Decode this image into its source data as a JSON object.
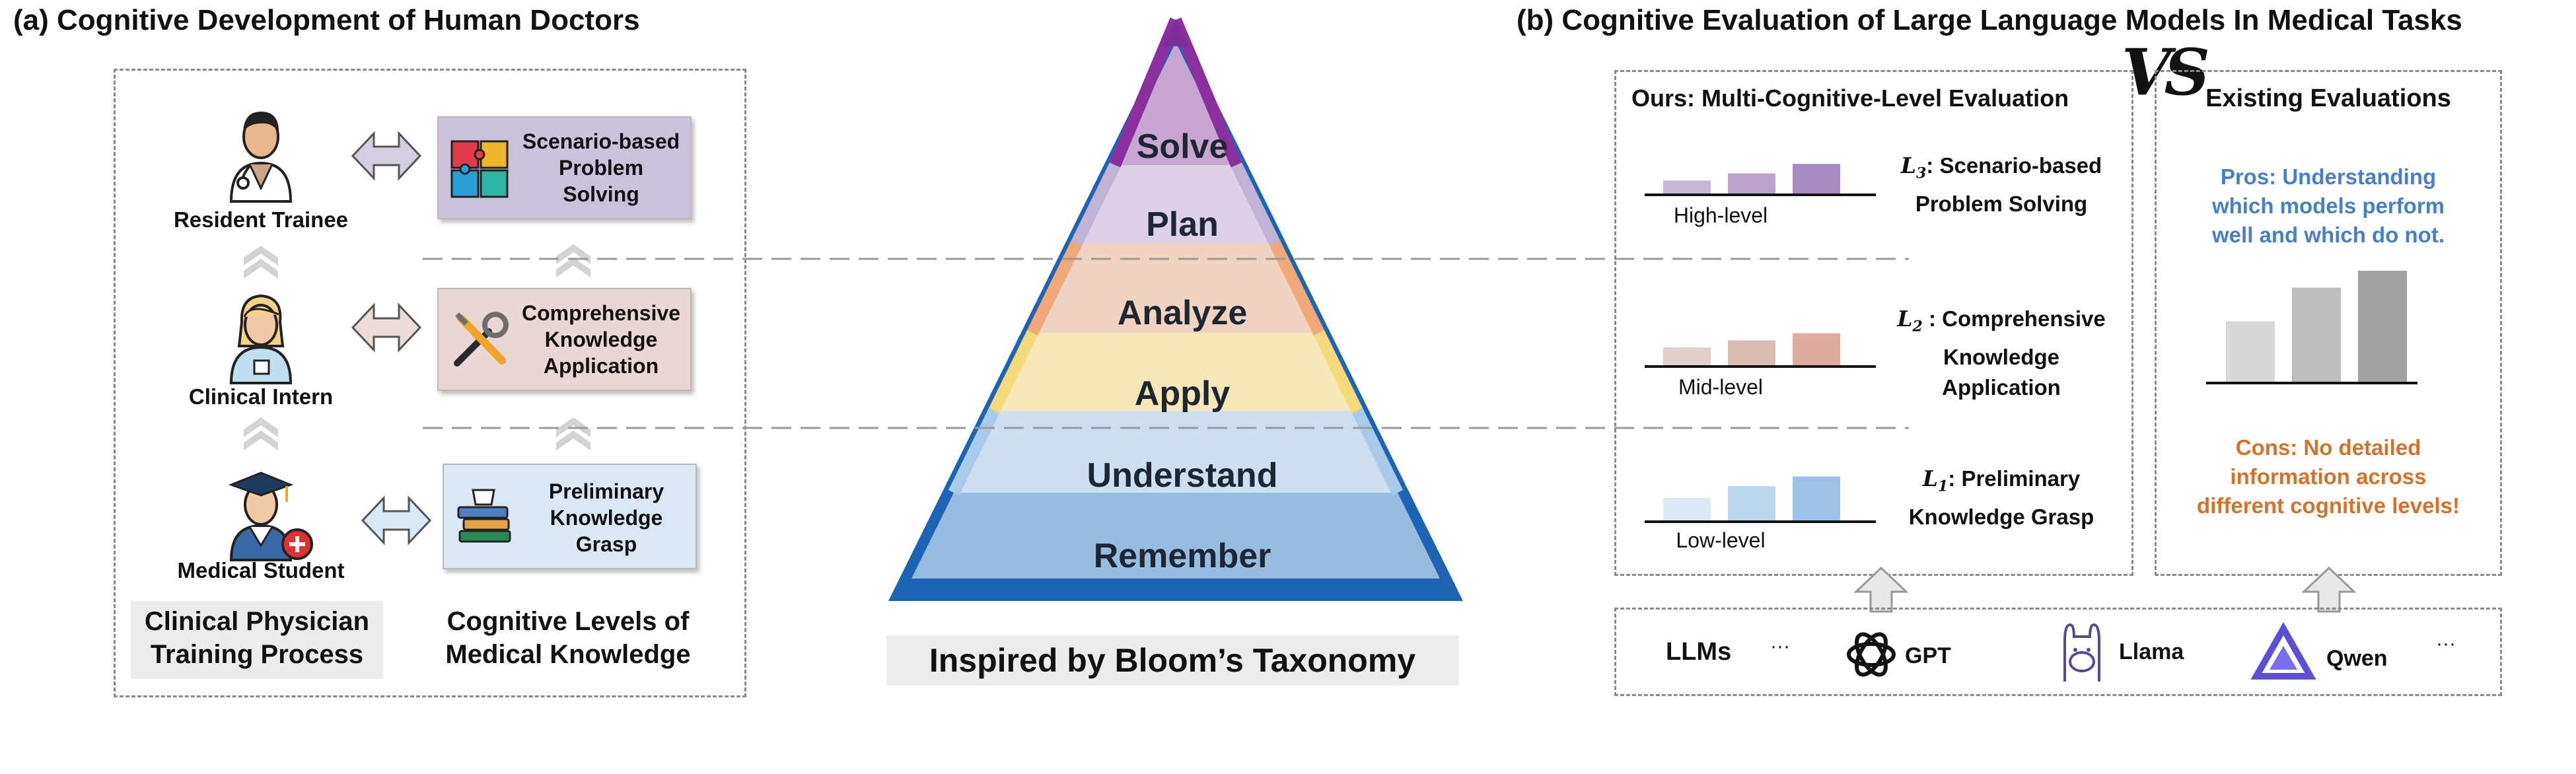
{
  "panel_a": {
    "title": "(a) Cognitive Development of Human Doctors",
    "roles": [
      {
        "label": "Resident Trainee"
      },
      {
        "label": "Clinical Intern"
      },
      {
        "label": "Medical Student"
      }
    ],
    "knowledge": [
      {
        "lines": [
          "Scenario-based",
          "Problem",
          "Solving"
        ],
        "bg": "#cdc2dc"
      },
      {
        "lines": [
          "Comprehensive",
          "Knowledge",
          "Application"
        ],
        "bg": "#ead7d3"
      },
      {
        "lines": [
          "Preliminary",
          "Knowledge",
          "Grasp"
        ],
        "bg": "#dbe8f4"
      }
    ],
    "footer_left": [
      "Clinical Physician",
      "Training Process"
    ],
    "footer_right": [
      "Cognitive Levels of",
      "Medical Knowledge"
    ]
  },
  "pyramid": {
    "levels": [
      "Solve",
      "Plan",
      "Analyze",
      "Apply",
      "Understand",
      "Remember"
    ],
    "caption": "Inspired by Bloom’s Taxonomy"
  },
  "panel_b": {
    "title": "(b) Cognitive Evaluation of Large Language Models In Medical Tasks",
    "vs": "VS",
    "ours_title": "Ours: Multi-Cognitive-Level Evaluation",
    "levels": [
      {
        "name": "High-level",
        "tag": "L",
        "sub": "3",
        "desc_lines": [
          ": Scenario-based",
          "Problem Solving"
        ],
        "values": [
          0.3,
          0.45,
          0.65
        ],
        "colors": [
          "#c7b8d6",
          "#b9a3cd",
          "#a98bc3"
        ]
      },
      {
        "name": "Mid-level",
        "tag": "L",
        "sub": "2",
        "desc_lines": [
          " : Comprehensive",
          "Knowledge",
          "Application"
        ],
        "values": [
          0.4,
          0.55,
          0.7
        ],
        "colors": [
          "#e3cfcb",
          "#d9bbb6",
          "#e2aba0"
        ]
      },
      {
        "name": "Low-level",
        "tag": "L",
        "sub": "1",
        "desc_lines": [
          ": Preliminary",
          "Knowledge Grasp"
        ],
        "values": [
          0.5,
          0.75,
          0.95
        ],
        "colors": [
          "#dde8f5",
          "#bcd6ee",
          "#9cc3e5"
        ]
      }
    ],
    "existing_title": "Existing Evaluations",
    "pros": [
      "Pros: Understanding",
      "which models perform",
      "well and which do not."
    ],
    "cons": [
      "Cons: No detailed",
      "information across",
      "different cognitive levels!"
    ],
    "existing_values": [
      0.55,
      0.85,
      1.0
    ],
    "existing_colors": [
      "#d8d8d8",
      "#bdbdbd",
      "#a3a3a3"
    ],
    "pros_color": "#4a7fc8",
    "cons_color": "#d4722b",
    "llms": {
      "label": "LLMs",
      "ellipsis": "···",
      "models": [
        "GPT",
        "Llama",
        "Qwen"
      ]
    }
  }
}
